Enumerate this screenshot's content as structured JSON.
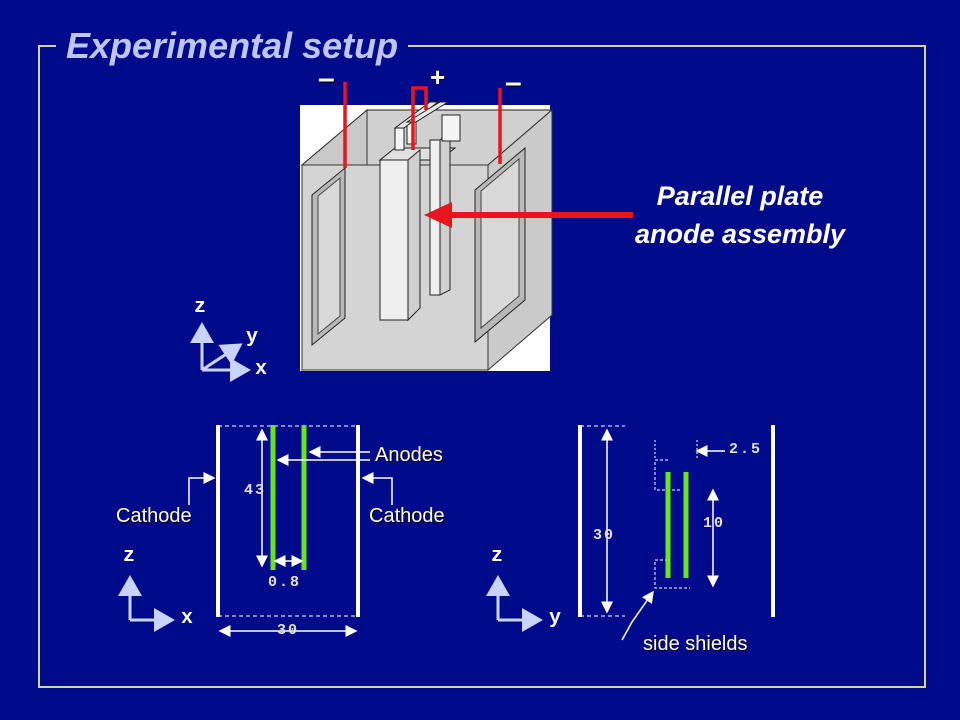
{
  "title": "Experimental setup",
  "assembly": {
    "label_line1": "Parallel plate",
    "label_line2": "anode assembly",
    "sign_left": "–",
    "sign_center": "+",
    "sign_right": "–"
  },
  "axes_3d": {
    "z": "z",
    "y": "y",
    "x": "x"
  },
  "front_view": {
    "anodes_label": "Anodes",
    "cathode_left_label": "Cathode",
    "cathode_right_label": "Cathode",
    "height_dim": "43",
    "gap_dim": "0.8",
    "width_dim": "30",
    "axis_z": "z",
    "axis_x": "x"
  },
  "side_view": {
    "height_dim": "30",
    "offset_dim": "2.5",
    "shield_dim": "10",
    "shields_label": "side shields",
    "axis_z": "z",
    "axis_y": "y"
  },
  "colors": {
    "background": "#000b8c",
    "frame": "#d8d48c",
    "title": "#bfc6ff",
    "anode_green": "#66e61e",
    "lead_red": "#e8141e"
  }
}
